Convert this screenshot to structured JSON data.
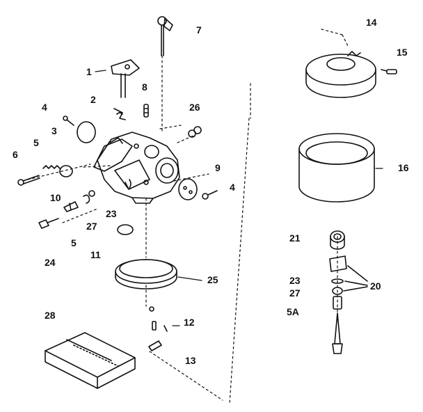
{
  "callouts": {
    "c1": "1",
    "c2": "2",
    "c3": "3",
    "c4a": "4",
    "c4b": "4",
    "c5a": "5",
    "c5b": "5",
    "c6": "6",
    "c7": "7",
    "c8": "8",
    "c9": "9",
    "c10": "10",
    "c11": "11",
    "c12": "12",
    "c13": "13",
    "c14": "14",
    "c15": "15",
    "c16": "16",
    "c20": "20",
    "c21": "21",
    "c23a": "23",
    "c23b": "23",
    "c24": "24",
    "c25": "25",
    "c26": "26",
    "c27a": "27",
    "c27b": "27",
    "c28": "28",
    "c5A": "5A"
  },
  "colors": {
    "ink": "#111111",
    "paper": "#ffffff"
  }
}
